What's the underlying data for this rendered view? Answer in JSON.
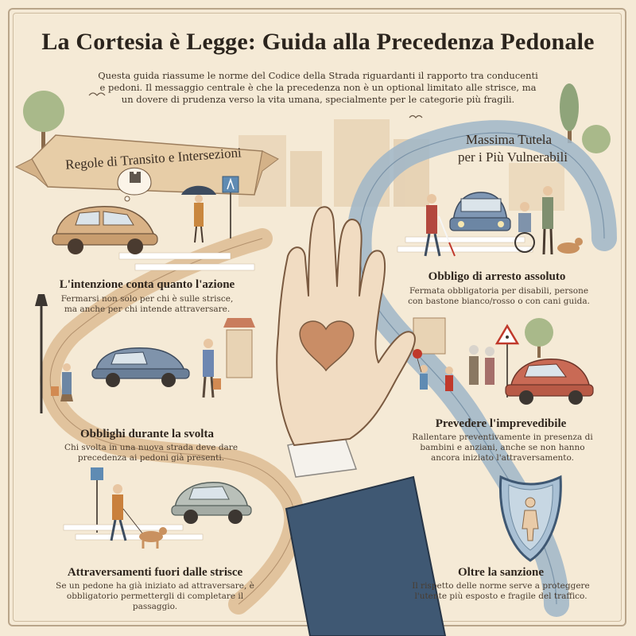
{
  "header": {
    "title": "La Cortesia è Legge: Guida alla Precedenza Pedonale",
    "intro": "Questa guida riassume le norme del Codice della Strada riguardanti il rapporto tra conducenti e pedoni. Il messaggio centrale è che la precedenza non è un optional limitato alle strisce, ma un dovere di prudenza verso la vita umana, specialmente per le categorie più fragili."
  },
  "banners": {
    "left": "Regole di Transito e Intersezioni",
    "right_line1": "Massima Tutela",
    "right_line2": "per i Più Vulnerabili"
  },
  "left_sections": [
    {
      "title": "L'intenzione conta quanto l'azione",
      "text": "Fermarsi non solo per chi è sulle strisce, ma anche per chi intende attraversare."
    },
    {
      "title": "Obblighi durante la svolta",
      "text": "Chi svolta in una nuova strada deve dare precedenza ai pedoni già presenti."
    },
    {
      "title": "Attraversamenti fuori dalle strisce",
      "text": "Se un pedone ha già iniziato ad attraversare, è obbligatorio permettergli di completare il passaggio."
    }
  ],
  "right_sections": [
    {
      "title": "Obbligo di arresto assoluto",
      "text": "Fermata obbligatoria per disabili, persone con bastone bianco/rosso o con cani guida."
    },
    {
      "title": "Prevedere l'imprevedibile",
      "text": "Rallentare preventivamente in presenza di bambini e anziani, anche se non hanno ancora iniziato l'attraversamento."
    },
    {
      "title": "Oltre la sanzione",
      "text": "Il rispetto delle norme serve a proteggere l'utente più esposto e fragile del traffico."
    }
  ],
  "colors": {
    "background": "#f5ead6",
    "ribbon_tan": "#dcb98f",
    "ribbon_blue": "#9fb6c8",
    "heart": "#c98d66",
    "sleeve": "#3f5873"
  }
}
